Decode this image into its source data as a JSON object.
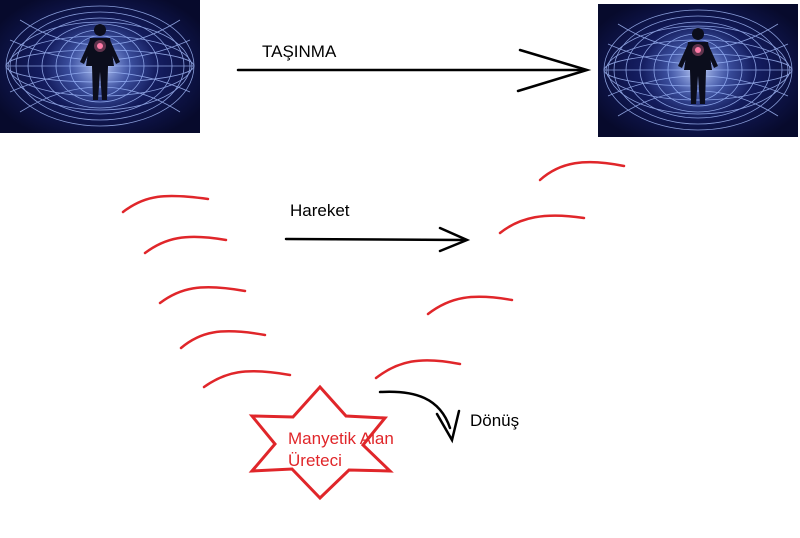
{
  "labels": {
    "top_arrow": "TAŞINMA",
    "middle_arrow": "Hareket",
    "curve_arrow": "Dönüş",
    "star_line1": "Manyetik Alan",
    "star_line2": "Üreteci"
  },
  "colors": {
    "field_lines": "#e0262a",
    "star": "#e0262a",
    "arrows": "#000000",
    "image_background": "#0c0f3a",
    "field_glow": "#7fa6ff"
  },
  "icons": {
    "left_image": "human-torus-field-image",
    "right_image": "human-torus-field-image"
  }
}
